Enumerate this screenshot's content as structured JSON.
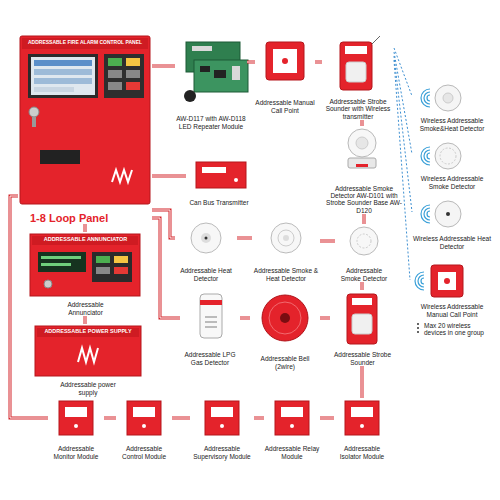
{
  "diagram": {
    "nodes": [
      {
        "text": [
          "ADDRESSABLE FIRE ALARM CONTROL PANEL",
          "1-8 Loop Panel"
        ]
      },
      {
        "text": [
          "AW-D117 with AW-D118 LED Repeater Module"
        ]
      },
      {
        "text": [
          "Addressable Manual Call Point"
        ]
      },
      {
        "text": [
          "Addressable Strobe Sounder with Wireless transmitter"
        ]
      },
      {
        "text": [
          "Wireless Addressable Smoke&Heat Detector"
        ]
      },
      {
        "text": [
          "Can Bus Transmitter"
        ]
      },
      {
        "text": [
          "Addressable Smoke Detector AW-D101 with Strobe Sounder Base AW-D120"
        ]
      },
      {
        "text": [
          "Wireless Addressable Smoke Detector"
        ]
      },
      {
        "text": [
          "Wireless Addressable Heat Detector"
        ]
      },
      {
        "text": [
          "ADDRESSABLE ANNUNCIATOR",
          "Addressable Annunciator"
        ]
      },
      {
        "text": [
          "Addressable Heat Detector"
        ]
      },
      {
        "text": [
          "Addressable Smoke & Heat Detector"
        ]
      },
      {
        "text": [
          "Addressable Smoke Detector"
        ]
      },
      {
        "text": [
          "Wireless Addressable Manual Call Point"
        ]
      },
      {
        "text": [
          "ADDRESSABLE POWER SUPPLY",
          "Addressable power supply"
        ]
      },
      {
        "text": [
          "Addressable LPG Gas Detector"
        ]
      },
      {
        "text": [
          "Addressable Bell (2wire)"
        ]
      },
      {
        "text": [
          "Addressable Strobe Sounder"
        ]
      },
      {
        "text": [
          "Addressable Monitor Module"
        ]
      },
      {
        "text": [
          "Addressable Control Module"
        ]
      },
      {
        "text": [
          "Addressable Supervisory Module"
        ]
      },
      {
        "text": [
          "Addressable Relay Module"
        ]
      },
      {
        "text": [
          "Addressable Isolator Module"
        ]
      }
    ],
    "edges": [
      {
        "from": 0,
        "to": 1,
        "arrow": "none"
      },
      {
        "from": 1,
        "to": 2,
        "arrow": "none"
      },
      {
        "from": 2,
        "to": 3,
        "arrow": "none"
      },
      {
        "from": 3,
        "to": 6,
        "arrow": "none"
      },
      {
        "from": 0,
        "to": 5,
        "arrow": "none"
      },
      {
        "from": 0,
        "to": 10,
        "arrow": "none"
      },
      {
        "from": 10,
        "to": 11,
        "arrow": "none"
      },
      {
        "from": 11,
        "to": 12,
        "arrow": "none"
      },
      {
        "from": 6,
        "to": 12,
        "arrow": "none"
      },
      {
        "from": 12,
        "to": 17,
        "arrow": "none"
      },
      {
        "from": 0,
        "to": 15,
        "arrow": "none"
      },
      {
        "from": 15,
        "to": 16,
        "arrow": "none"
      },
      {
        "from": 16,
        "to": 17,
        "arrow": "none"
      },
      {
        "from": 0,
        "to": 18,
        "arrow": "none"
      },
      {
        "from": 18,
        "to": 19,
        "arrow": "none"
      },
      {
        "from": 19,
        "to": 20,
        "arrow": "none"
      },
      {
        "from": 20,
        "to": 21,
        "arrow": "none"
      },
      {
        "from": 21,
        "to": 22,
        "arrow": "none"
      },
      {
        "from": 17,
        "to": 22,
        "arrow": "none"
      },
      {
        "from": 0,
        "to": 9,
        "arrow": "none"
      },
      {
        "from": 9,
        "to": 14,
        "arrow": "none"
      },
      {
        "from": 3,
        "to": 4,
        "arrow": "none"
      },
      {
        "from": 3,
        "to": 7,
        "arrow": "none"
      },
      {
        "from": 3,
        "to": 8,
        "arrow": "none"
      },
      {
        "from": 3,
        "to": 13,
        "arrow": "none"
      }
    ],
    "labels": [
      "Max 20 wireless devices in one group"
    ]
  }
}
